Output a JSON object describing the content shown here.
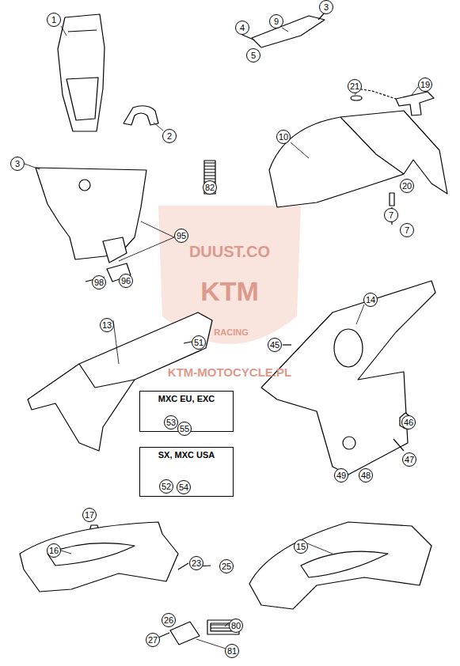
{
  "diagram": {
    "nodes": [
      {
        "text": [
          "MXC EU, EXC",
          "53",
          "55"
        ]
      },
      {
        "text": [
          "SX, MXC USA",
          "52",
          "54"
        ]
      }
    ],
    "labels": [
      "1",
      "2",
      "3",
      "4",
      "9",
      "5",
      "21",
      "19",
      "10",
      "7",
      "20",
      "7",
      "3",
      "82",
      "95",
      "98",
      "96",
      "13",
      "51",
      "14",
      "45",
      "46",
      "47",
      "49",
      "48",
      "17",
      "16",
      "23",
      "25",
      "26",
      "27",
      "80",
      "81",
      "15",
      "DUUST.CO",
      "KTM",
      "RACING",
      "KTM-MOTOCYCLE.PL"
    ]
  }
}
